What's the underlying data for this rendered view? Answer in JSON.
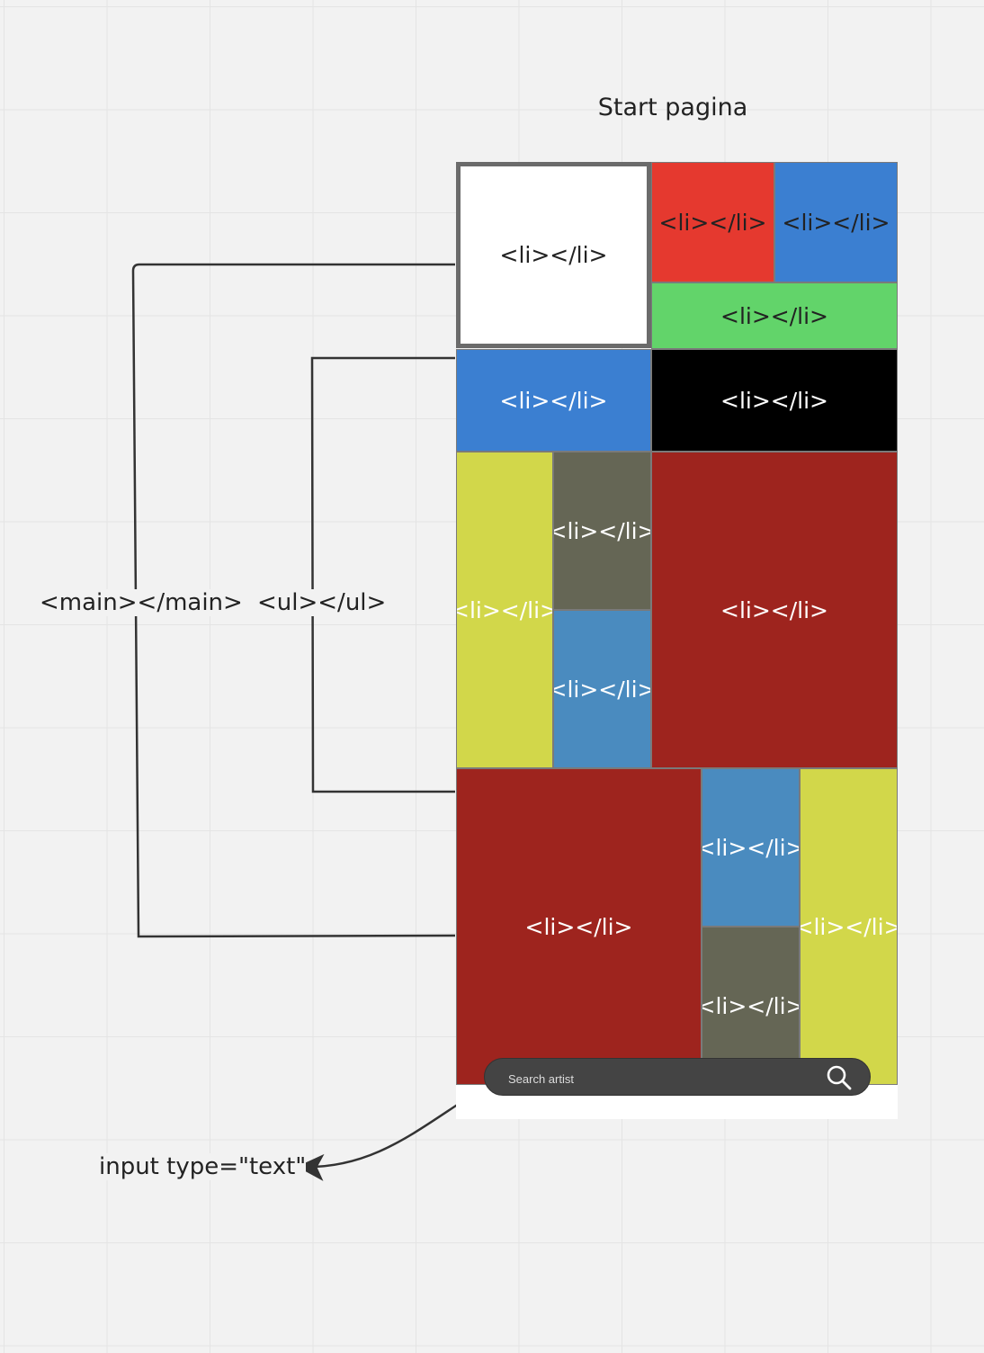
{
  "title": "Start pagina",
  "labels": {
    "main": "<main></main>",
    "ul": "<ul></ul>",
    "input": "input type=\"text\""
  },
  "blocks": [
    {
      "name": "li-white",
      "text": "<li></li>",
      "color": "#ffffff",
      "text_color": "#222222"
    },
    {
      "name": "li-red",
      "text": "<li></li>",
      "color": "#e5392f",
      "text_color": "#222222"
    },
    {
      "name": "li-blue-top",
      "text": "<li></li>",
      "color": "#3b7fd1",
      "text_color": "#222222"
    },
    {
      "name": "li-green",
      "text": "<li></li>",
      "color": "#62d46a",
      "text_color": "#222222"
    },
    {
      "name": "li-blue-mid",
      "text": "<li></li>",
      "color": "#3b7fd1",
      "text_color": "#ffffff"
    },
    {
      "name": "li-black",
      "text": "<li></li>",
      "color": "#000000",
      "text_color": "#ffffff"
    },
    {
      "name": "li-yellow-left",
      "text": "<li></li>",
      "color": "#d2d74a",
      "text_color": "#ffffff"
    },
    {
      "name": "li-olive-top",
      "text": "<li></li>",
      "color": "#656655",
      "text_color": "#ffffff"
    },
    {
      "name": "li-steelblue-mid",
      "text": "<li></li>",
      "color": "#4a8bbf",
      "text_color": "#ffffff"
    },
    {
      "name": "li-darkred-right",
      "text": "<li></li>",
      "color": "#9e241e",
      "text_color": "#ffffff"
    },
    {
      "name": "li-darkred-bottom",
      "text": "<li></li>",
      "color": "#9e241e",
      "text_color": "#ffffff"
    },
    {
      "name": "li-steelblue-bottom",
      "text": "<li></li>",
      "color": "#4a8bbf",
      "text_color": "#ffffff"
    },
    {
      "name": "li-olive-bottom",
      "text": "<li></li>",
      "color": "#656655",
      "text_color": "#ffffff"
    },
    {
      "name": "li-yellow-right",
      "text": "<li></li>",
      "color": "#d2d74a",
      "text_color": "#ffffff"
    }
  ],
  "search": {
    "placeholder": "Search artist",
    "icon": "search-icon"
  }
}
